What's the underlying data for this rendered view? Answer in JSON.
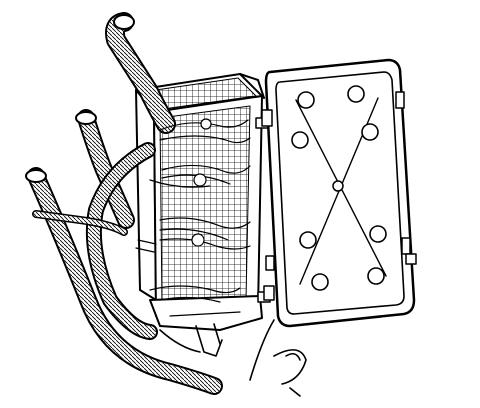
{
  "figure": {
    "components": [
      "fuse-relay-block-housing",
      "block-cover-lid",
      "corrugated-wiring-harness-conduits",
      "wire-bundles",
      "bracket-fasteners"
    ],
    "line_color": "#000000",
    "background_color": "#ffffff"
  }
}
